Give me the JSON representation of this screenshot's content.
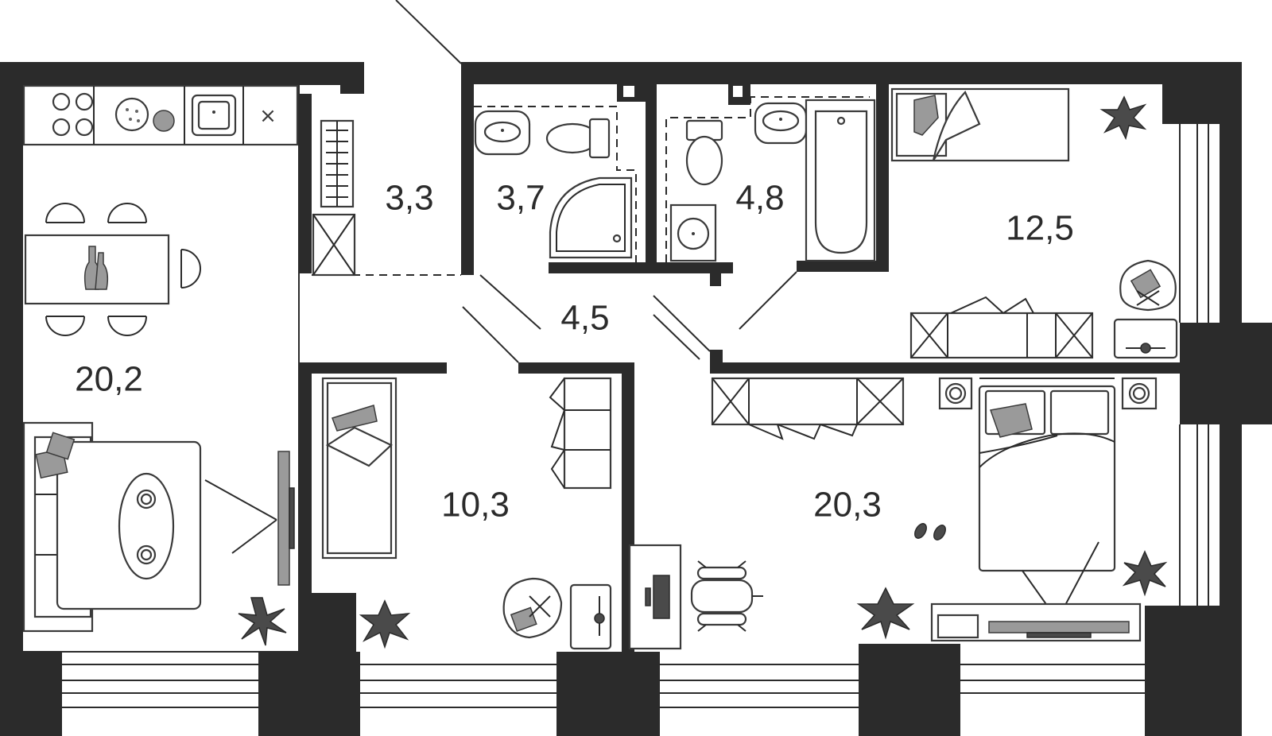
{
  "rooms": {
    "kitchen_living": {
      "area": "20,2"
    },
    "closet": {
      "area": "3,3"
    },
    "bathroom_1": {
      "area": "3,7"
    },
    "bathroom_2": {
      "area": "4,8"
    },
    "hallway": {
      "area": "4,5"
    },
    "bedroom_small": {
      "area": "12,5"
    },
    "bedroom_kids": {
      "area": "10,3"
    },
    "bedroom_master": {
      "area": "20,3"
    }
  },
  "colors": {
    "wall": "#2b2b2b",
    "furniture_line": "#3a3a3a",
    "accent_grey": "#9a9a9a",
    "background": "#ffffff"
  }
}
